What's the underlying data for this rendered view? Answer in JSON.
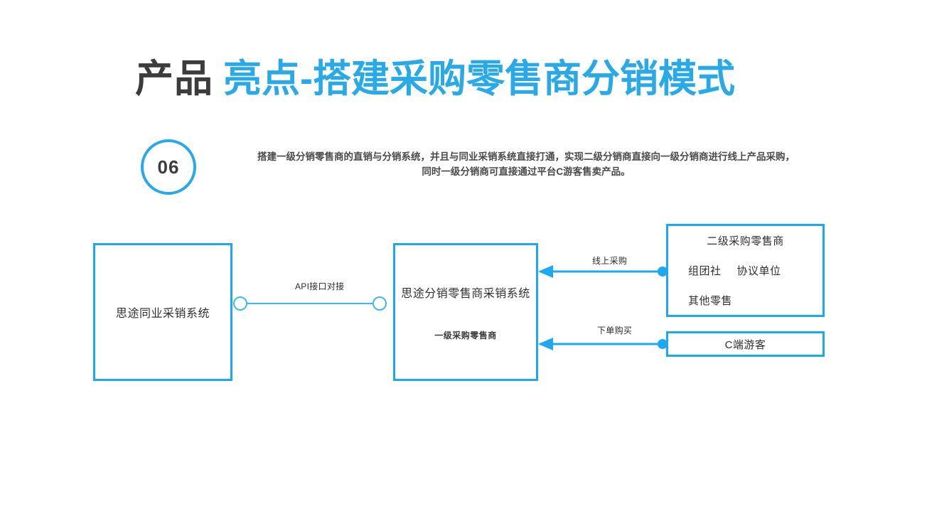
{
  "slide": {
    "background_color": "#ffffff",
    "accent_color": "#29a9e8",
    "border_color": "#1fa8f2",
    "title": {
      "prefix": "产品",
      "main": "亮点-搭建采购零售商分销模式"
    },
    "badge": {
      "number": "06"
    },
    "description": {
      "line1": "搭建一级分销零售商的直销与分销系统，并且与同业采销系统直接打通，实现二级分销商直接向一级分销商进行线上产品采购，",
      "line2": "同时一级分销商可直接通过平台C游客售卖产品。"
    }
  },
  "diagram": {
    "nodes": {
      "supply_system": {
        "label": "思途同业采销系统"
      },
      "distribution_system": {
        "title": "思途分销零售商采销系统",
        "subtitle": "一级采购零售商"
      },
      "level2_retailer": {
        "heading": "二级采购零售商",
        "row1_a": "组团社",
        "row1_b": "协议单位",
        "row2": "其他零售"
      },
      "c_end_tourist": {
        "label": "C端游客"
      }
    },
    "edges": {
      "api": {
        "label": "API接口对接"
      },
      "online_purchase": {
        "label": "线上采购"
      },
      "place_order": {
        "label": "下单购买"
      }
    }
  }
}
